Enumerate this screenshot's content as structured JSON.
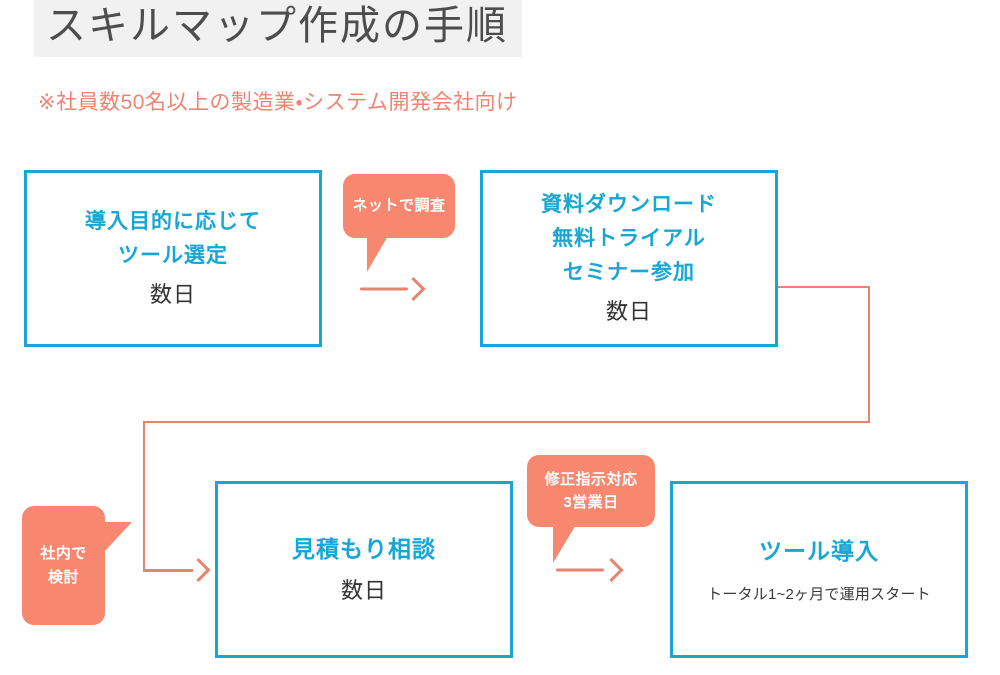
{
  "header": {
    "title": "スキルマップ作成の手順",
    "subtitle": "※社員数50名以上の製造業・システム開発会社向け",
    "title_highlight_color": "#f1f1f1",
    "title_text_color": "#4d4d4d",
    "subtitle_color": "#f08473"
  },
  "theme": {
    "box_border_color": "#18a7d4",
    "box_title_color": "#18a7d4",
    "box_text_color": "#333333",
    "bubble_color": "#f7876f",
    "bubble_text_color": "#ffffff",
    "arrow_color": "#e8836f",
    "background": "#ffffff"
  },
  "steps": [
    {
      "id": "step-1",
      "title_lines": [
        "導入目的に応じて",
        "ツール選定"
      ],
      "line1": "導入目的に応じて",
      "line2": "ツール選定",
      "line3": "",
      "duration": "数日",
      "note": ""
    },
    {
      "id": "step-2",
      "title_lines": [
        "資料ダウンロード",
        "無料トライアル",
        "セミナー参加"
      ],
      "line1": "資料ダウンロード",
      "line2": "無料トライアル",
      "line3": "セミナー参加",
      "duration": "数日",
      "note": ""
    },
    {
      "id": "step-3",
      "title_lines": [
        "見積もり相談"
      ],
      "line1": "見積もり相談",
      "line2": "",
      "line3": "",
      "duration": "数日",
      "note": ""
    },
    {
      "id": "step-4",
      "title_lines": [
        "ツール導入"
      ],
      "line1": "ツール導入",
      "line2": "",
      "line3": "",
      "duration": "",
      "note": "トータル1~2ヶ月で運用スタート"
    }
  ],
  "bubbles": [
    {
      "id": "bubble-research",
      "line1": "ネットで調査",
      "line2": "",
      "tail": "down"
    },
    {
      "id": "bubble-internal-review",
      "line1": "社内で",
      "line2": "検討",
      "tail": "right"
    },
    {
      "id": "bubble-revision",
      "line1": "修正指示対応",
      "line2": "3営業日",
      "tail": "down"
    }
  ],
  "connectors": [
    {
      "id": "arrow-step1-step2",
      "type": "straight-right"
    },
    {
      "id": "route-step2-step3",
      "type": "routed-down-left"
    },
    {
      "id": "arrow-step3-step4",
      "type": "straight-right"
    }
  ]
}
